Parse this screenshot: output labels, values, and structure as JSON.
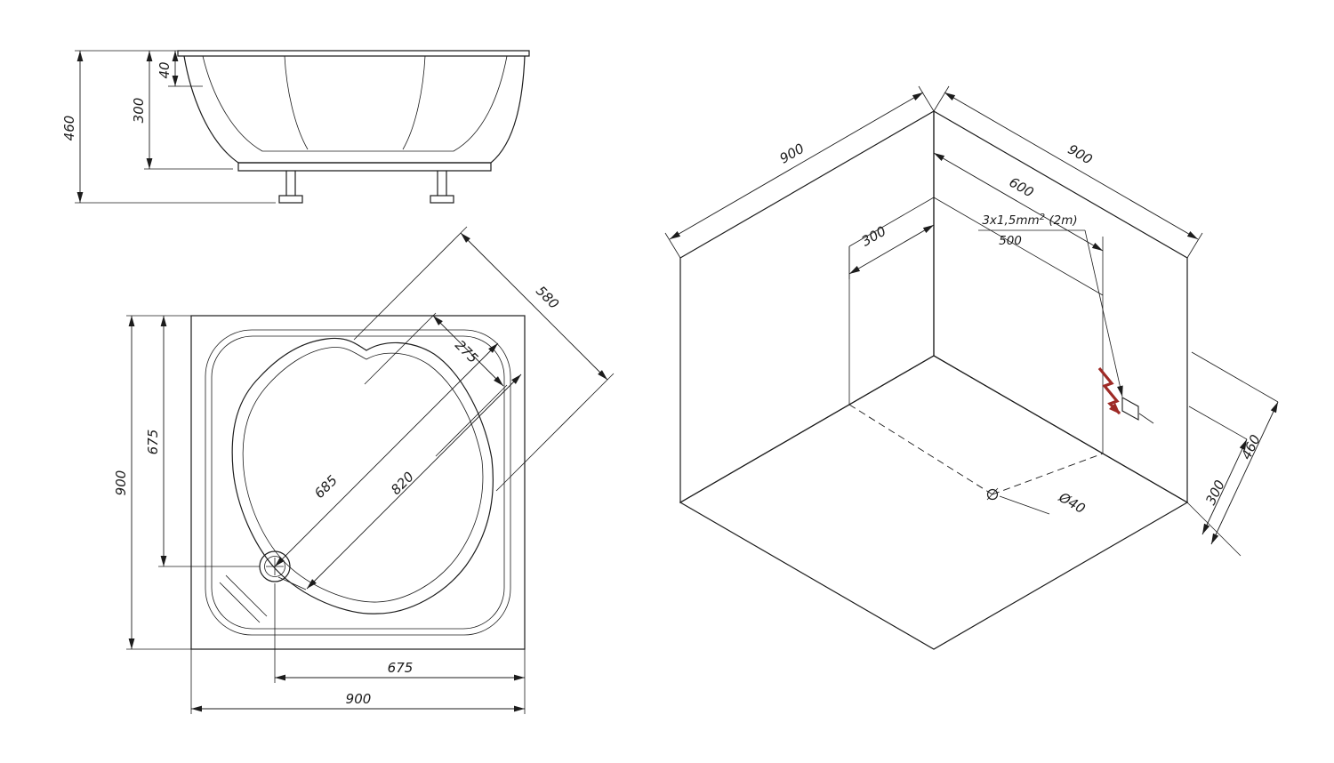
{
  "page": {
    "background": "#ffffff",
    "line_color": "#1c1c1c",
    "accent_red": "#9e2a26",
    "drawing_type": "shower-tray technical drawing"
  },
  "side_view": {
    "dim_total_height": "460",
    "dim_body_height": "300",
    "dim_rim_height": "40"
  },
  "plan_view": {
    "dim_width_left": "900",
    "dim_inner_left": "675",
    "dim_diag_corner": "580",
    "dim_diag_seat": "275",
    "dim_diag_a": "685",
    "dim_diag_b": "820",
    "dim_inner_bottom": "675",
    "dim_width_bottom": "900"
  },
  "iso_view": {
    "dim_wall_left": "900",
    "dim_wall_right": "900",
    "dim_cable_from_corner": "600",
    "dim_niche_from_corner": "300",
    "cable_spec_main": "3x1,5mm",
    "cable_spec_sup": "2",
    "cable_spec_rest": " (2m)",
    "cable_height": "500",
    "dim_height_total": "460",
    "dim_height_lower": "300",
    "drain_diameter": "Ø40"
  }
}
